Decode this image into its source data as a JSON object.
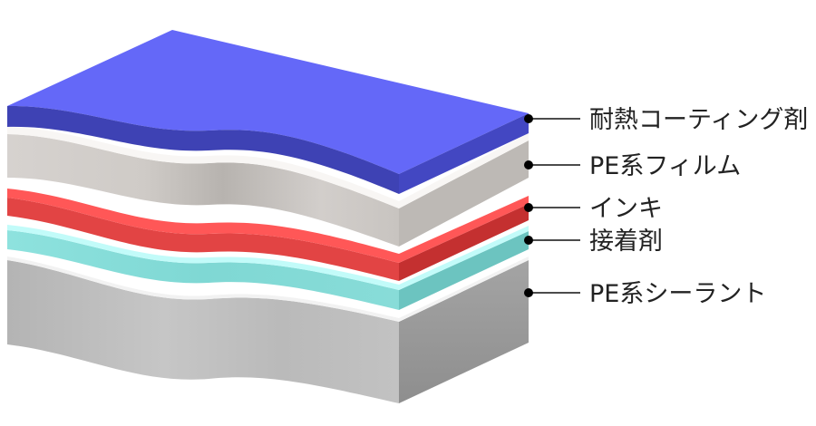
{
  "layers": [
    {
      "id": "coating",
      "label": "耐熱コーティング剤",
      "top": "#6468f8",
      "front": "#3c40b2",
      "side": "#4448c0"
    },
    {
      "id": "pe-film",
      "label": "PE系フィルム",
      "top": "#f7f4f2",
      "front": "#cfcac6",
      "side": "#bcb8b4"
    },
    {
      "id": "ink",
      "label": "インキ",
      "top": "#ff5a5a",
      "front": "#e84646",
      "side": "#c83232"
    },
    {
      "id": "adhesive",
      "label": "接着剤",
      "top": "#b8faf8",
      "front": "#84dcd8",
      "side": "#66c2be"
    },
    {
      "id": "sealant",
      "label": "PE系シーラント",
      "top": "#f4f4f4",
      "front": "#bdbdbd",
      "side": "#9a9a9a"
    }
  ]
}
